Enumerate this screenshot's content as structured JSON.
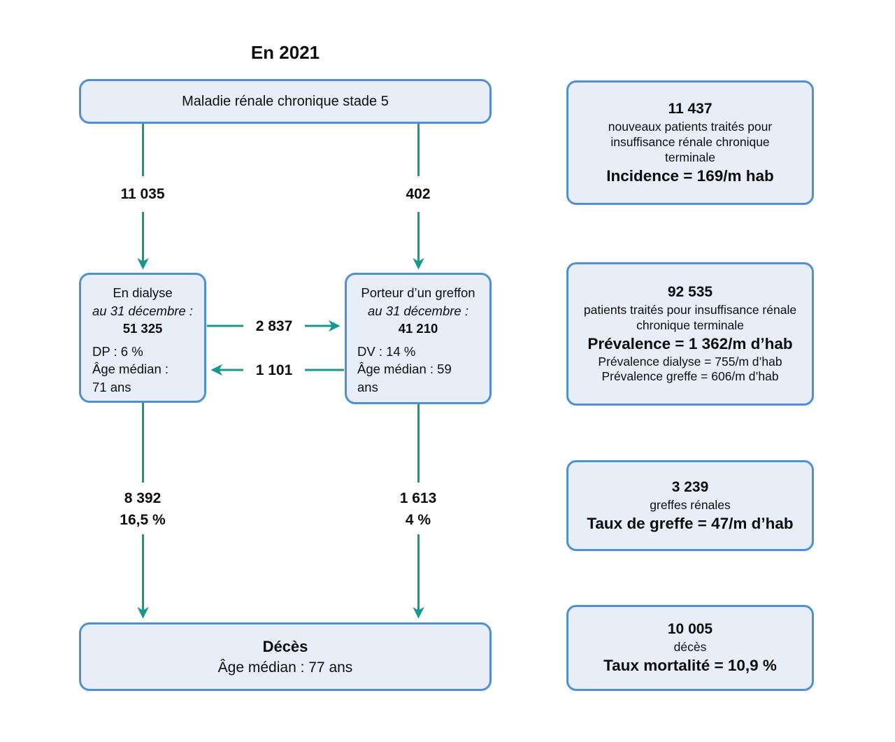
{
  "title": "En 2021",
  "colors": {
    "box_fill": "#e8eef8",
    "box_border": "#4f8fd3",
    "arrow": "#16988c",
    "text": "#0d0d0d",
    "background": "#ffffff"
  },
  "flow": {
    "root_box": "Maladie rénale chronique stade 5",
    "to_dialysis_count": "11 035",
    "to_graft_count": "402",
    "dialysis_box": {
      "name": "En dialyse",
      "date_line": "au 31 décembre :",
      "count": "51 325",
      "detail1": "DP : 6 %",
      "detail2": "Âge médian :",
      "detail3": "71 ans"
    },
    "graft_box": {
      "name": "Porteur d’un greffon",
      "date_line": "au 31 décembre :",
      "count": "41 210",
      "detail1": "DV : 14 %",
      "detail2": "Âge médian : 59",
      "detail3": "ans"
    },
    "dialysis_to_graft": "2 837",
    "graft_to_dialysis": "1 101",
    "dialysis_deaths": {
      "count": "8 392",
      "rate": "16,5 %"
    },
    "graft_deaths": {
      "count": "1 613",
      "rate": "4 %"
    },
    "death_box": {
      "title": "Décès",
      "subtitle": "Âge médian : 77 ans"
    }
  },
  "stats": [
    {
      "number": "11 437",
      "description": "nouveaux patients traités pour insuffisance rénale chronique terminale",
      "highlight": "Incidence = 169/m hab"
    },
    {
      "number": "92 535",
      "description": "patients traités pour insuffisance rénale chronique terminale",
      "highlight": "Prévalence = 1 362/m d’hab",
      "detail1": "Prévalence dialyse = 755/m d’hab",
      "detail2": "Prévalence greffe = 606/m d’hab"
    },
    {
      "number": "3 239",
      "description": "greffes rénales",
      "highlight": "Taux de greffe = 47/m d’hab"
    },
    {
      "number": "10 005",
      "description": "décès",
      "highlight": "Taux mortalité = 10,9 %"
    }
  ]
}
